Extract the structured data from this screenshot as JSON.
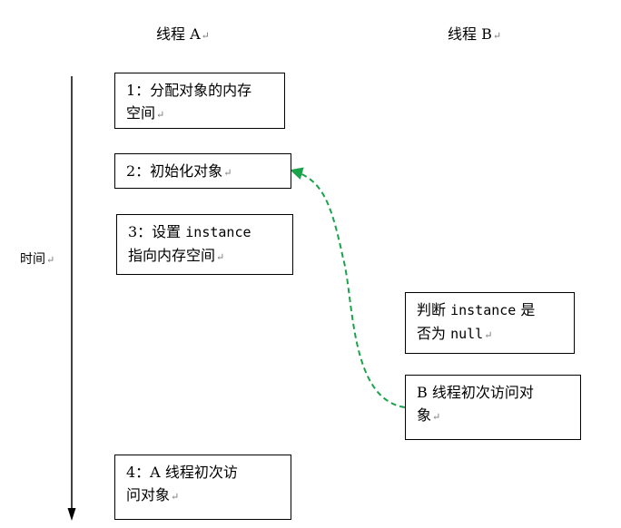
{
  "headers": {
    "thread_a": "线程 A",
    "thread_b": "线程 B"
  },
  "axis": {
    "label": "时间"
  },
  "thread_a_steps": [
    {
      "line1": "1：分配对象的内存",
      "line2": "空间"
    },
    {
      "line1": "2：初始化对象",
      "line2": ""
    },
    {
      "line1_prefix": "3：设置 ",
      "line1_code": "instance",
      "line2": "指向内存空间"
    },
    {
      "line1": "4：A 线程初次访",
      "line2": "问对象"
    }
  ],
  "thread_b_steps": [
    {
      "line1_prefix": "判断 ",
      "line1_code": "instance",
      "line1_suffix": " 是",
      "line2_prefix": "否为 ",
      "line2_code": "null"
    },
    {
      "line1": "B 线程初次访问对",
      "line2": "象"
    }
  ],
  "colors": {
    "arrow_dashed": "#1aa34a",
    "timeline": "#000000",
    "box_border": "#000000"
  },
  "icons": {
    "paragraph_mark": "↵"
  }
}
